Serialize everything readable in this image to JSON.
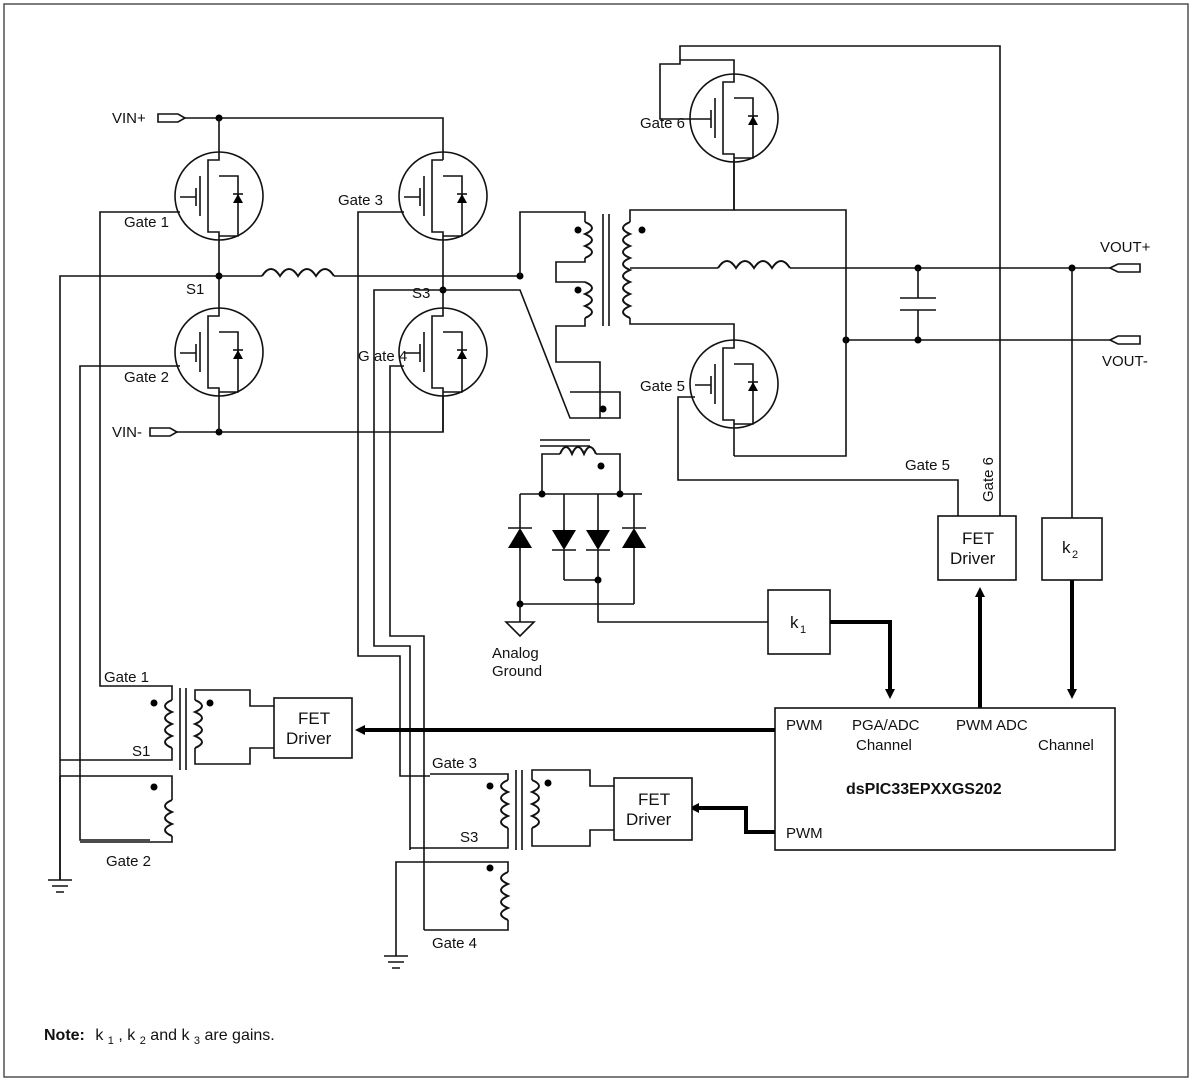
{
  "labels": {
    "vin_plus": "VIN+",
    "vin_minus": "VIN-",
    "vout_plus": "VOUT+",
    "vout_minus": "VOUT-",
    "gate1": "Gate 1",
    "gate2": "Gate 2",
    "gate3": "Gate 3",
    "gate4": "G ate 4",
    "gate5": "Gate 5",
    "gate6": "Gate 6",
    "s1": "S1",
    "s3": "S3",
    "gate5_drv": "Gate 5",
    "gate6_drv": "Gate 6",
    "xfmr_gate1": "Gate 1",
    "xfmr_s1": "S1",
    "xfmr_gate2": "Gate 2",
    "xfmr_gate3": "Gate 3",
    "xfmr_s3": "S3",
    "xfmr_gate4": "Gate 4",
    "analog_ground_1": "Analog",
    "analog_ground_2": "Ground"
  },
  "blocks": {
    "fet_driver_top": [
      "FET",
      "Driver"
    ],
    "fet_driver_left": [
      "FET",
      "Driver"
    ],
    "fet_driver_mid": [
      "FET",
      "Driver"
    ],
    "k1": "k",
    "k1_sub": "1",
    "k2": "k",
    "k2_sub": "2"
  },
  "controller": {
    "name": "dsPIC33EPXXGS202",
    "pwm_top": "PWM",
    "pga_adc_1": "PGA/ADC",
    "pga_adc_2": "Channel",
    "pwm_adc": "PWM ADC",
    "channel": "Channel",
    "pwm_bottom": "PWM"
  },
  "note": {
    "bold": "Note:",
    "k1": "k",
    "k1_sub": "1",
    "sep1": ", ",
    "k2": "k",
    "k2_sub": "2",
    "and": " and ",
    "k3": "k",
    "k3_sub": "3",
    "rest": "  are gains."
  }
}
